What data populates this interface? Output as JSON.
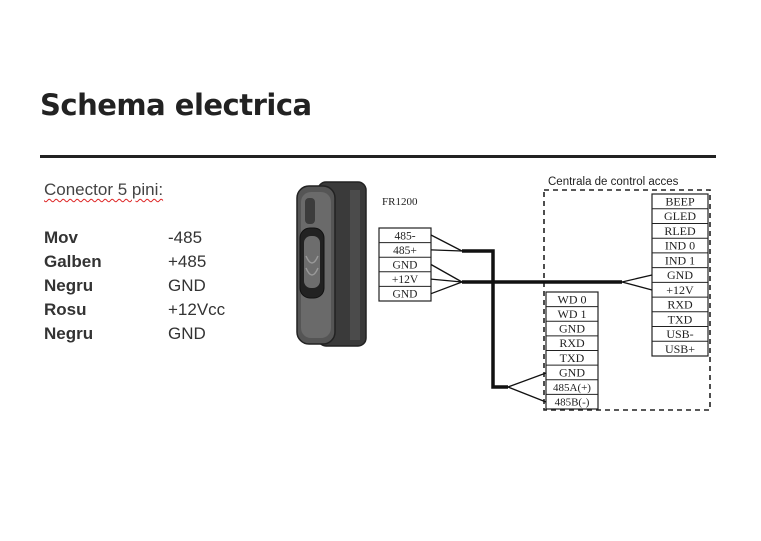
{
  "title": "Schema electrica",
  "connector": {
    "title": "Conector 5 pini:",
    "pins": [
      {
        "color": "Mov",
        "signal": "-485"
      },
      {
        "color": "Galben",
        "signal": "+485"
      },
      {
        "color": "Negru",
        "signal": "GND"
      },
      {
        "color": "Rosu",
        "signal": "+12Vcc"
      },
      {
        "color": "Negru",
        "signal": "GND"
      }
    ]
  },
  "reader": {
    "name": "FR1200",
    "terminals": [
      "485-",
      "485+",
      "GND",
      "+12V",
      "GND"
    ]
  },
  "controller": {
    "name": "Centrala de control acces",
    "right_terminals": [
      "BEEP",
      "GLED",
      "RLED",
      "IND 0",
      "IND 1",
      "GND",
      "+12V",
      "RXD",
      "TXD",
      "USB-",
      "USB+"
    ],
    "left_terminals": [
      "WD 0",
      "WD 1",
      "GND",
      "RXD",
      "TXD",
      "GND",
      "485A(+)",
      "485B(-)"
    ]
  }
}
